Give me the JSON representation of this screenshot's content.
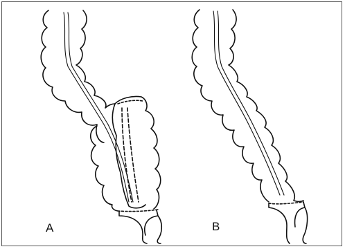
{
  "figure": {
    "panels": [
      {
        "id": "A",
        "label": "A",
        "depicts": "colon-with-side-to-side-pouch"
      },
      {
        "id": "B",
        "label": "B",
        "depicts": "straight-colon-segment"
      }
    ]
  },
  "colors": {
    "line": "#111111",
    "frame": "#555555",
    "background": "#ffffff"
  }
}
